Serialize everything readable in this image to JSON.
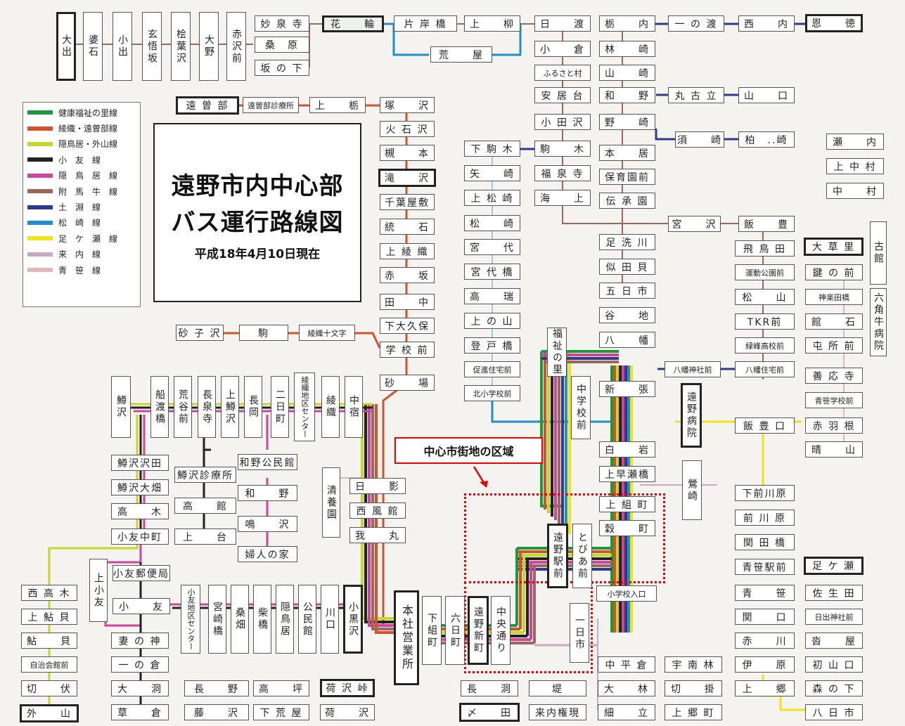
{
  "title": {
    "line1": "遠野市内中心部",
    "line2": "バス運行路線図",
    "date": "平成18年4月10日現在"
  },
  "legend": [
    {
      "name": "健康福祉の里線",
      "color": "#1a9a3a"
    },
    {
      "name": "綾織・遠曽部線",
      "color": "#d2532a"
    },
    {
      "name": "隠鳥居・外山線",
      "color": "#c8d626"
    },
    {
      "name": "小　友　線",
      "color": "#222222"
    },
    {
      "name": "隠　鳥　居　線",
      "color": "#d0459a"
    },
    {
      "name": "附　馬　牛　線",
      "color": "#a0665a"
    },
    {
      "name": "土　淵　線",
      "color": "#2e3b8c"
    },
    {
      "name": "松　崎　線",
      "color": "#1e8fc8"
    },
    {
      "name": "足　ケ　瀬　線",
      "color": "#f2e21a"
    },
    {
      "name": "来　内　線",
      "color": "#c9a9c6"
    },
    {
      "name": "青　笹　線",
      "color": "#e0b8b8"
    }
  ],
  "district_label": "中心市街地の区域",
  "stops": {
    "s0": "大出",
    "s1": "婆石",
    "s2": "小出",
    "s3": "玄悟坂",
    "s4": "桧葉沢",
    "s5": "大野",
    "s6": "赤沢前",
    "s7": "妙 泉 寺",
    "s8": "桑　原",
    "s9": "坂 の 下",
    "s10": "花　　輪",
    "s11": "片 岸 橋",
    "s12": "荒　　屋",
    "s13": "上　　柳",
    "s14": "日　　渡",
    "s15": "小　　倉",
    "s16": "ふるさと村",
    "s17": "安 居 台",
    "s18": "栃　　内",
    "s19": "一 の 渡",
    "s20": "西　　内",
    "s21": "恩　　徳",
    "s22": "林　　崎",
    "s23": "山　　崎",
    "s24": "和　　野",
    "s25": "丸 古 立",
    "s26": "山　　口",
    "s27": "遠 曽 部",
    "s28": "遠曽部診療所",
    "s29": "上　　栃",
    "s30": "塚　　沢",
    "s31": "火 石 沢",
    "s32": "槻　　本",
    "s33": "滝　　沢",
    "s34": "千葉屋敷",
    "s35": "統　　石",
    "s36": "上 綾 織",
    "s37": "赤　　坂",
    "s38": "田　　中",
    "s39": "下大久保",
    "s40": "学 校 前",
    "s41": "砂　　場",
    "s42": "砂 子 沢",
    "s43": "駒",
    "s44": "綾織十文字",
    "s45": "小 田 沢",
    "s46": "下 駒 木",
    "s47": "駒　　木",
    "s48": "矢　　崎",
    "s49": "福 泉 寺",
    "s50": "上 松 崎",
    "s51": "海　　上",
    "s52": "松　　崎",
    "s53": "宮　　代",
    "s54": "宮 代 橋",
    "s55": "高　　瑞",
    "s56": "上 の 山",
    "s57": "登 戸 橋",
    "s58": "促進住宅前",
    "s59": "北小学校前",
    "s60": "野　　崎",
    "s61": "須　　崎",
    "s62": "柏　..崎",
    "s63": "本　　居",
    "s64": "保育園前",
    "s65": "伝 承 園",
    "s66": "宮　　沢",
    "s67": "飯　　豊",
    "s68": "足 洗 川",
    "s69": "似 田 貝",
    "s70": "五 日 市",
    "s71": "谷　　地",
    "s72": "八　　幡",
    "s73": "飛 鳥 田",
    "s74": "運動公園前",
    "s75": "松　　山",
    "s76": "TKR前",
    "s77": "緑峰高校前",
    "s78": "八幡神社前",
    "s79": "八幡住宅前",
    "s80": "福祉の里",
    "s81": "中学校前",
    "s82": "新　　張",
    "s83": "遠野病院",
    "s84": "飯 豊 口",
    "s85": "白　　岩",
    "s86": "上早瀬橋",
    "s87": "鶯崎",
    "s88": "上 組 町",
    "s89": "穀　　町",
    "s90": "遠野駅前",
    "s91": "とびあ前",
    "s92": "小学校入口",
    "s93": "一日市",
    "s94": "瀬　　内",
    "s95": "上 中 村",
    "s96": "中　　村",
    "s97": "古館",
    "s98": "六角牛病院",
    "s99": "大 草 里",
    "s100": "鍵 の 前",
    "s101": "神楽田橋",
    "s102": "館　　石",
    "s103": "屯 所 前",
    "s104": "善 応 寺",
    "s105": "青笹学校前",
    "s106": "赤 羽 根",
    "s107": "晴　　山",
    "s108": "鱒沢",
    "s109": "船渡橋",
    "s110": "荒谷前",
    "s111": "長泉寺",
    "s112": "上鱒沢",
    "s113": "長岡",
    "s114": "二日町",
    "s115": "綾織地区センター",
    "s116": "綾織",
    "s117": "中宿",
    "s118": "鱒沢沢田",
    "s119": "鱒沢大畑",
    "s120": "高　　木",
    "s121": "小友中町",
    "s122": "鱒沢診療所",
    "s123": "高　　館",
    "s124": "上　　台",
    "s125": "和野公民館",
    "s126": "和　　野",
    "s127": "鳴　　沢",
    "s128": "婦人の家",
    "s129": "清養園",
    "s130": "日　　影",
    "s131": "西 風 館",
    "s132": "我　　丸",
    "s133": "上小友",
    "s134": "小友郵便局",
    "s135": "小　　友",
    "s136": "小友地区センター",
    "s137": "宮崎橋",
    "s138": "桑畑",
    "s139": "柴橋",
    "s140": "隠鳥居",
    "s141": "公民館",
    "s142": "川口",
    "s143": "小黒沢",
    "s144": "本社営業所",
    "s145": "下組町",
    "s146": "六日町",
    "s147": "遠野新町",
    "s148": "中央通り",
    "s149": "西 高 木",
    "s150": "上 鮎 貝",
    "s151": "鮎　　貝",
    "s152": "自治会館前",
    "s153": "切　　伏",
    "s154": "外　　山",
    "s155": "妻 の 神",
    "s156": "一 の 倉",
    "s157": "大　　洞",
    "s158": "草　　倉",
    "s159": "長　　野",
    "s160": "高　　坪",
    "s161": "藤　　沢",
    "s162": "下 荒 屋",
    "s163": "荷 沢 峠",
    "s164": "荷　　沢",
    "s165": "長　　洞",
    "s166": "堤",
    "s167": "〆　　田",
    "s168": "来内権現",
    "s169": "中 平 倉",
    "s170": "宇 南 林",
    "s171": "大　　林",
    "s172": "切　　掛",
    "s173": "細　　立",
    "s174": "上 郷 町",
    "s175": "下前川原",
    "s176": "前 川 原",
    "s177": "関 田 橋",
    "s178": "青笹駅前",
    "s179": "青　　笹",
    "s180": "関　　口",
    "s181": "赤　　川",
    "s182": "伊　　原",
    "s183": "上　　郷",
    "s184": "足 ケ 瀬",
    "s185": "佐 生 田",
    "s186": "日出神社前",
    "s187": "沓　　屋",
    "s188": "初 山 口",
    "s189": "森 の 下",
    "s190": "八 日 市"
  }
}
